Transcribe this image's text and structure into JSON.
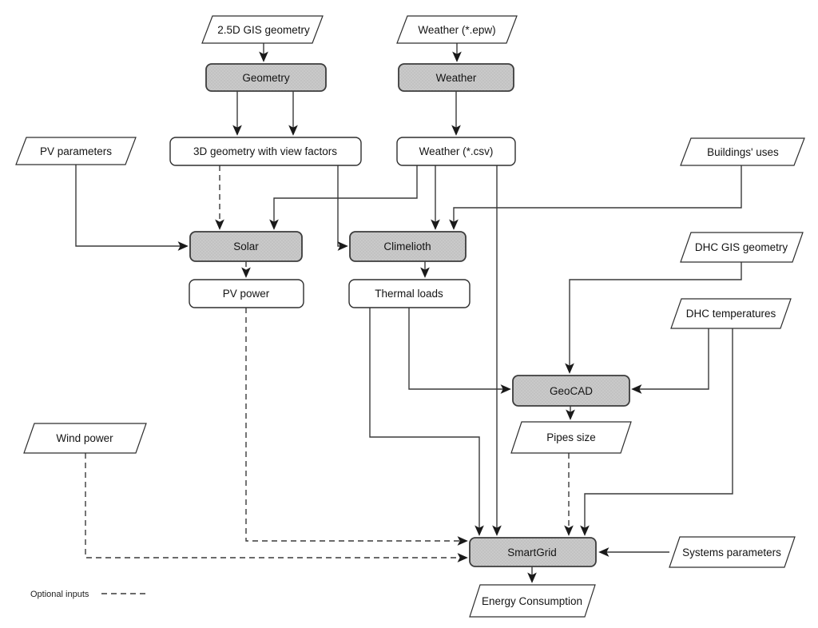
{
  "diagram_title": "Simulation workflow flowchart",
  "colors": {
    "background": "#ffffff",
    "process_fill": "#c9c9c9",
    "process_dot": "#a6a6a6",
    "node_border": "#2e2e2e",
    "edge_stroke": "#3a3a3a",
    "text": "#141414"
  },
  "legend": {
    "label": "Optional inputs",
    "line_style": "dashed"
  },
  "nodes": {
    "gis25d": {
      "label": "2.5D GIS geometry",
      "shape": "parallelogram",
      "role": "input"
    },
    "weather_epw": {
      "label": "Weather (*.epw)",
      "shape": "parallelogram",
      "role": "input"
    },
    "geometry": {
      "label": "Geometry",
      "shape": "rounded-rect",
      "role": "process"
    },
    "weather": {
      "label": "Weather",
      "shape": "rounded-rect",
      "role": "process"
    },
    "geom3d": {
      "label": "3D geometry with view factors",
      "shape": "rounded-rect",
      "role": "data"
    },
    "weather_csv": {
      "label": "Weather (*.csv)",
      "shape": "rounded-rect",
      "role": "data"
    },
    "pv_params": {
      "label": "PV parameters",
      "shape": "parallelogram",
      "role": "input"
    },
    "buildings_uses": {
      "label": "Buildings' uses",
      "shape": "parallelogram",
      "role": "input"
    },
    "solar": {
      "label": "Solar",
      "shape": "rounded-rect",
      "role": "process"
    },
    "climelioth": {
      "label": "Climelioth",
      "shape": "rounded-rect",
      "role": "process"
    },
    "pv_power": {
      "label": "PV power",
      "shape": "rounded-rect",
      "role": "data"
    },
    "thermal_loads": {
      "label": "Thermal loads",
      "shape": "rounded-rect",
      "role": "data"
    },
    "dhc_gis": {
      "label": "DHC  GIS geometry",
      "shape": "parallelogram",
      "role": "input"
    },
    "dhc_temp": {
      "label": "DHC temperatures",
      "shape": "parallelogram",
      "role": "input"
    },
    "geocad": {
      "label": "GeoCAD",
      "shape": "rounded-rect",
      "role": "process"
    },
    "pipes_size": {
      "label": "Pipes size",
      "shape": "parallelogram",
      "role": "output"
    },
    "wind_power": {
      "label": "Wind power",
      "shape": "parallelogram",
      "role": "input"
    },
    "smartgrid": {
      "label": "SmartGrid",
      "shape": "rounded-rect",
      "role": "process"
    },
    "systems_params": {
      "label": "Systems parameters",
      "shape": "parallelogram",
      "role": "input"
    },
    "energy_consumption": {
      "label": "Energy Consumption",
      "shape": "parallelogram",
      "role": "output"
    }
  },
  "edges": [
    {
      "from": "gis25d",
      "to": "geometry",
      "style": "solid"
    },
    {
      "from": "geometry",
      "to": "geom3d",
      "style": "solid",
      "arrows": 2
    },
    {
      "from": "weather_epw",
      "to": "weather",
      "style": "solid"
    },
    {
      "from": "weather",
      "to": "weather_csv",
      "style": "solid"
    },
    {
      "from": "pv_params",
      "to": "solar",
      "style": "solid"
    },
    {
      "from": "geom3d",
      "to": "solar",
      "style": "dashed"
    },
    {
      "from": "geom3d",
      "to": "climelioth",
      "style": "solid"
    },
    {
      "from": "weather_csv",
      "to": "solar",
      "style": "solid"
    },
    {
      "from": "weather_csv",
      "to": "climelioth",
      "style": "solid"
    },
    {
      "from": "weather_csv",
      "to": "smartgrid",
      "style": "solid"
    },
    {
      "from": "buildings_uses",
      "to": "climelioth",
      "style": "solid"
    },
    {
      "from": "solar",
      "to": "pv_power",
      "style": "dashed"
    },
    {
      "from": "climelioth",
      "to": "thermal_loads",
      "style": "solid"
    },
    {
      "from": "thermal_loads",
      "to": "geocad",
      "style": "solid"
    },
    {
      "from": "thermal_loads",
      "to": "smartgrid",
      "style": "solid"
    },
    {
      "from": "dhc_gis",
      "to": "geocad",
      "style": "solid"
    },
    {
      "from": "dhc_temp",
      "to": "geocad",
      "style": "solid"
    },
    {
      "from": "dhc_temp",
      "to": "smartgrid",
      "style": "solid"
    },
    {
      "from": "geocad",
      "to": "pipes_size",
      "style": "solid"
    },
    {
      "from": "pipes_size",
      "to": "smartgrid",
      "style": "dashed"
    },
    {
      "from": "pv_power",
      "to": "smartgrid",
      "style": "dashed"
    },
    {
      "from": "wind_power",
      "to": "smartgrid",
      "style": "dashed"
    },
    {
      "from": "systems_params",
      "to": "smartgrid",
      "style": "solid"
    },
    {
      "from": "smartgrid",
      "to": "energy_consumption",
      "style": "solid"
    }
  ]
}
